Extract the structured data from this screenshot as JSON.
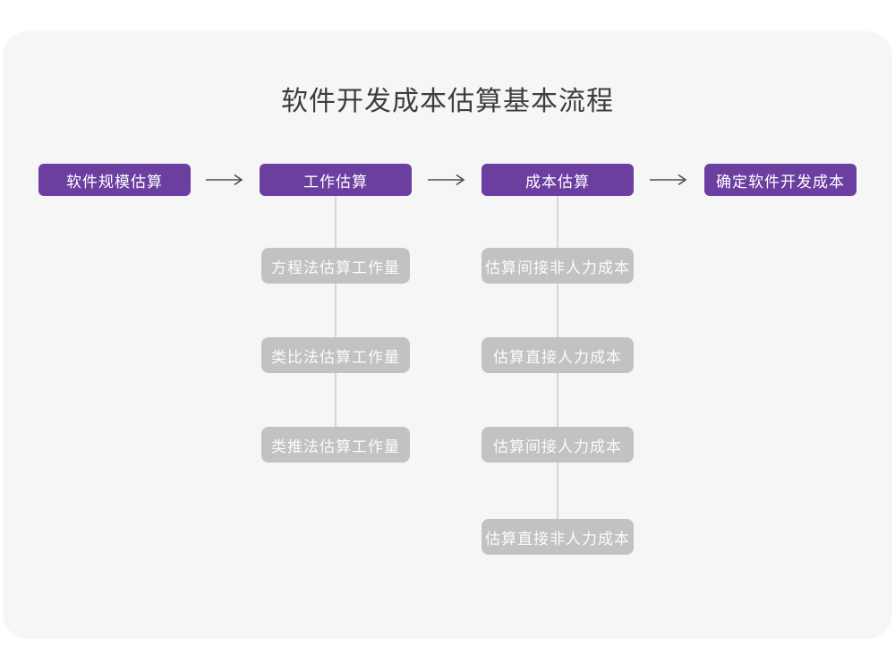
{
  "title": "软件开发成本估算基本流程",
  "colors": {
    "accent_purple": "#6b3fa0",
    "sub_box_gray": "#c2c2c2",
    "card_background": "#f6f6f6",
    "connector_gray": "#d6d6d6",
    "arrow_gray": "#4f4f4f",
    "title_text": "#3d3d3d"
  },
  "flow": {
    "stages": [
      {
        "label": "软件规模估算",
        "children": []
      },
      {
        "label": "工作估算",
        "children": [
          "方程法估算工作量",
          "类比法估算工作量",
          "类推法估算工作量"
        ]
      },
      {
        "label": "成本估算",
        "children": [
          "估算间接非人力成本",
          "估算直接人力成本",
          "估算间接人力成本",
          "估算直接非人力成本"
        ]
      },
      {
        "label": "确定软件开发成本",
        "children": []
      }
    ]
  }
}
